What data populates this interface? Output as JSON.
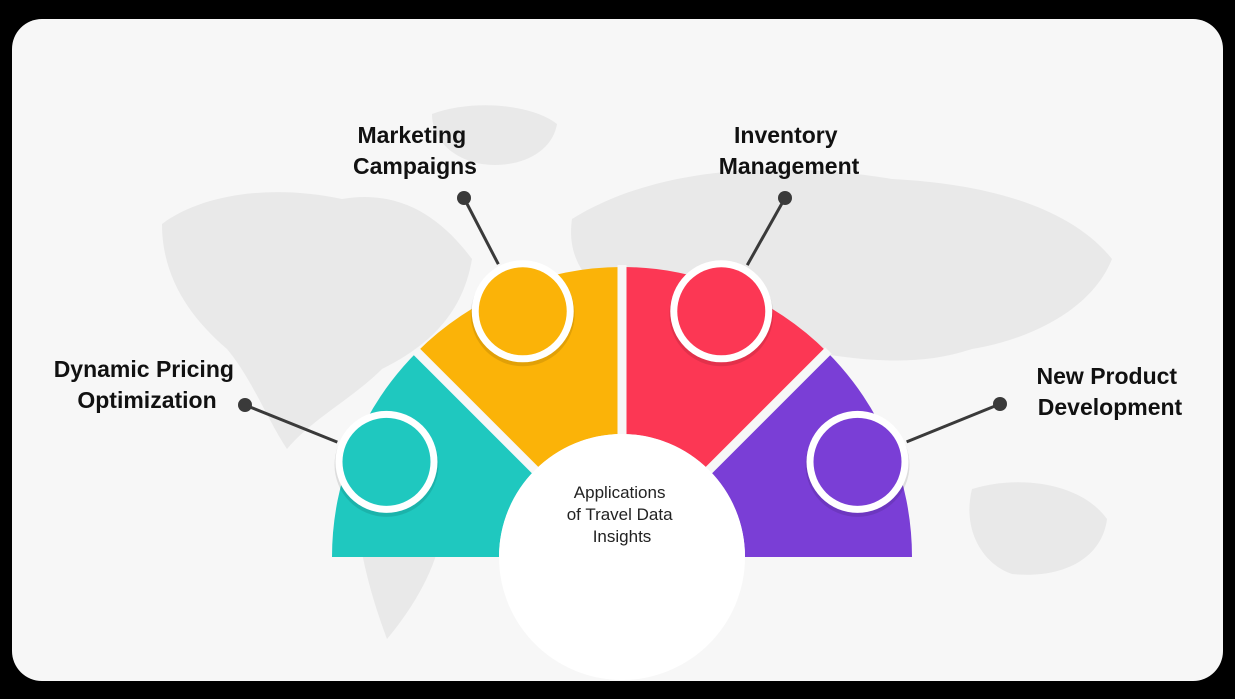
{
  "diagram": {
    "center_label": [
      "Applications",
      "of Travel Data",
      "Insights"
    ],
    "segments": [
      {
        "label": [
          "Dynamic Pricing",
          "Optimization"
        ],
        "color": "#1fc8bf"
      },
      {
        "label": [
          "Marketing",
          "Campaigns"
        ],
        "color": "#fbb308"
      },
      {
        "label": [
          "Inventory",
          "Management"
        ],
        "color": "#fc3754"
      },
      {
        "label": [
          "New Product",
          "Development"
        ],
        "color": "#7a3ed6"
      }
    ],
    "connector_color": "#3a3a3a",
    "map_color": "#e9e9e9"
  }
}
